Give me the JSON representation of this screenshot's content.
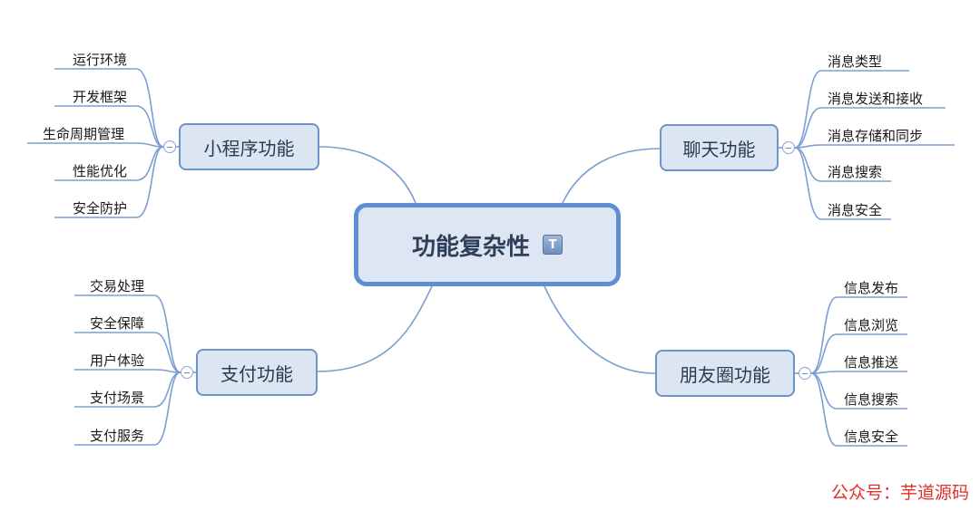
{
  "root": {
    "title": "功能复杂性",
    "badge": "T"
  },
  "branches": {
    "miniprogram": {
      "title": "小程序功能",
      "items": [
        "运行环境",
        "开发框架",
        "生命周期管理",
        "性能优化",
        "安全防护"
      ]
    },
    "payment": {
      "title": "支付功能",
      "items": [
        "交易处理",
        "安全保障",
        "用户体验",
        "支付场景",
        "支付服务"
      ]
    },
    "chat": {
      "title": "聊天功能",
      "items": [
        "消息类型",
        "消息发送和接收",
        "消息存储和同步",
        "消息搜索",
        "消息安全"
      ]
    },
    "moments": {
      "title": "朋友圈功能",
      "items": [
        "信息发布",
        "信息浏览",
        "信息推送",
        "信息搜索",
        "信息安全"
      ]
    }
  },
  "watermark": "公众号：芋道源码",
  "colors": {
    "line": "#7a9fd0",
    "node_fill": "#dce6f3",
    "node_border": "#6d93c8",
    "watermark": "#e0302a"
  }
}
